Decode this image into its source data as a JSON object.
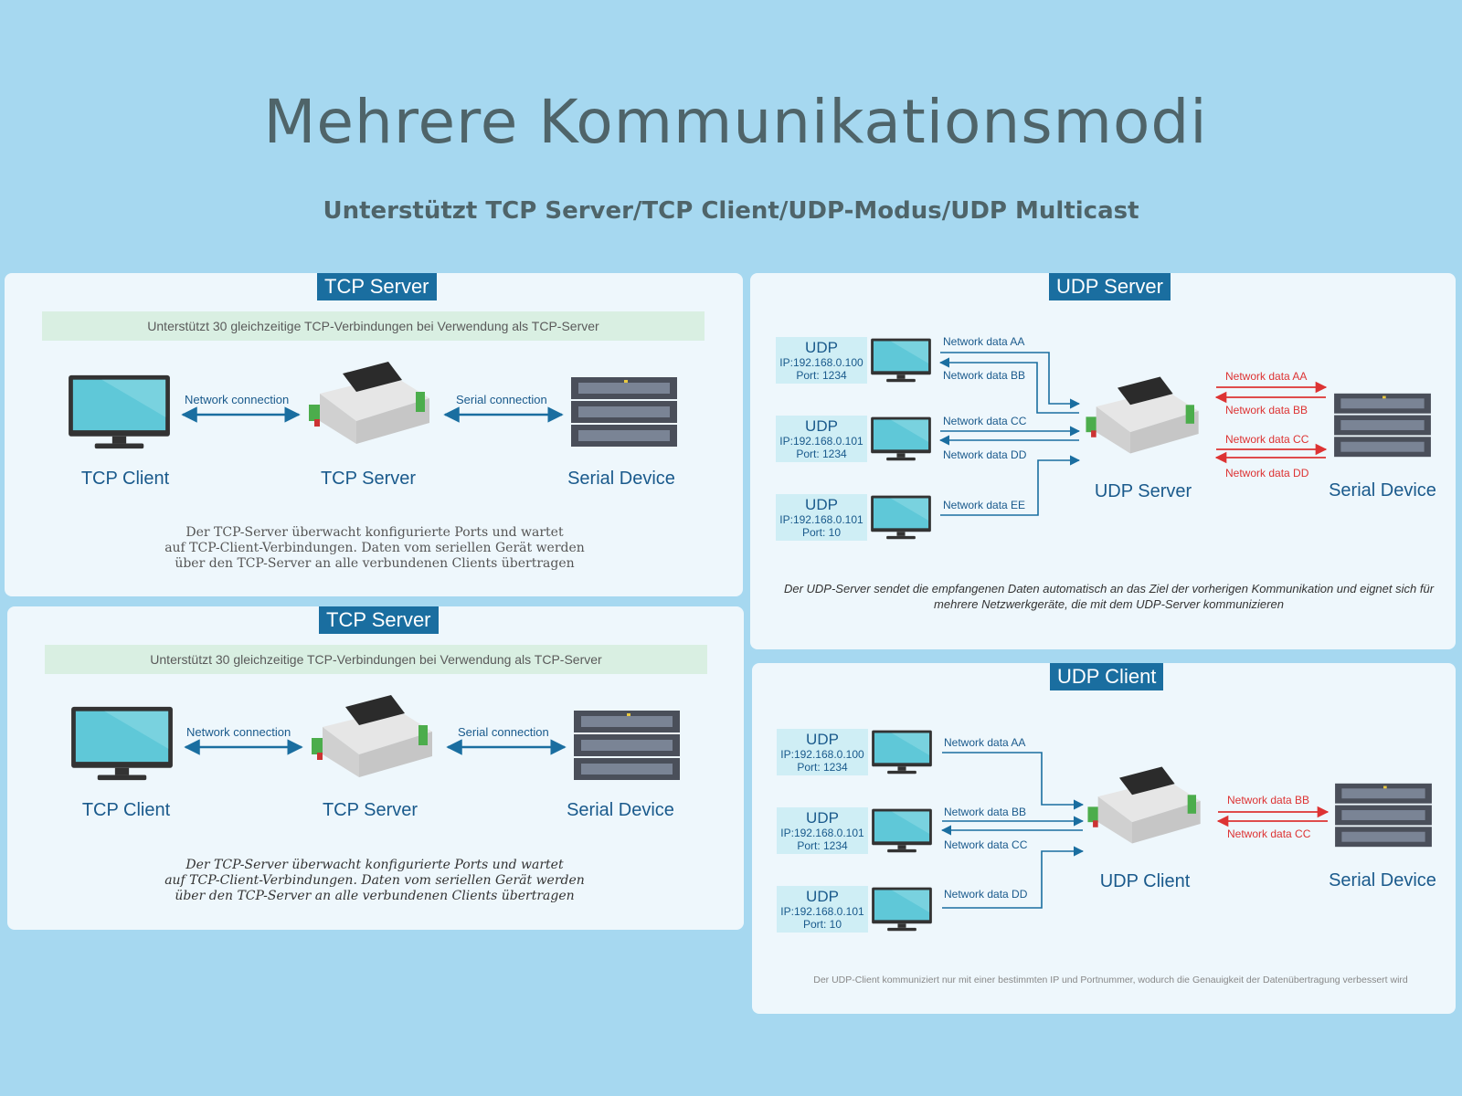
{
  "title": "Mehrere Kommunikationsmodi",
  "subtitle": "Unterstützt TCP Server/TCP Client/UDP-Modus/UDP Multicast",
  "panels": {
    "tcp1": {
      "title": "TCP Server",
      "banner": "Unterstützt 30 gleichzeitige TCP-Verbindungen bei Verwendung als TCP-Server",
      "left_label": "TCP Client",
      "mid_label": "TCP Server",
      "right_label": "Serial Device",
      "conn1": "Network connection",
      "conn2": "Serial connection",
      "desc1": "Der TCP-Server überwacht konfigurierte Ports und wartet",
      "desc2": "auf TCP-Client-Verbindungen. Daten vom seriellen Gerät werden",
      "desc3": "über den TCP-Server an alle verbundenen Clients übertragen"
    },
    "tcp2": {
      "title": "TCP Server",
      "banner": "Unterstützt 30 gleichzeitige TCP-Verbindungen bei Verwendung als TCP-Server",
      "left_label": "TCP Client",
      "mid_label": "TCP Server",
      "right_label": "Serial Device",
      "conn1": "Network connection",
      "conn2": "Serial connection",
      "desc1": "Der TCP-Server überwacht konfigurierte Ports und wartet",
      "desc2": "auf TCP-Client-Verbindungen. Daten vom seriellen Gerät werden",
      "desc3": "über den TCP-Server an alle verbundenen Clients übertragen"
    },
    "udpserver": {
      "title": "UDP Server",
      "hosts": [
        {
          "proto": "UDP",
          "ip": "IP:192.168.0.100",
          "port": "Port: 1234"
        },
        {
          "proto": "UDP",
          "ip": "IP:192.168.0.101",
          "port": "Port: 1234"
        },
        {
          "proto": "UDP",
          "ip": "IP:192.168.0.101",
          "port": "Port: 10"
        }
      ],
      "net_labels": [
        "Network data AA",
        "Network data BB",
        "Network data CC",
        "Network data DD",
        "Network data EE"
      ],
      "serial_labels": [
        "Network data AA",
        "Network data BB",
        "Network data CC",
        "Network data DD"
      ],
      "mid_label": "UDP Server",
      "right_label": "Serial Device",
      "desc1": "Der UDP-Server sendet die empfangenen Daten automatisch an das Ziel der vorherigen Kommunikation und eignet sich für",
      "desc2": "mehrere Netzwerkgeräte, die mit dem UDP-Server kommunizieren"
    },
    "udpclient": {
      "title": "UDP Client",
      "hosts": [
        {
          "proto": "UDP",
          "ip": "IP:192.168.0.100",
          "port": "Port: 1234"
        },
        {
          "proto": "UDP",
          "ip": "IP:192.168.0.101",
          "port": "Port: 1234"
        },
        {
          "proto": "UDP",
          "ip": "IP:192.168.0.101",
          "port": "Port: 10"
        }
      ],
      "net_labels": [
        "Network data AA",
        "Network data BB",
        "Network data CC",
        "Network data DD"
      ],
      "serial_labels": [
        "Network data BB",
        "Network data CC"
      ],
      "mid_label": "UDP Client",
      "right_label": "Serial Device",
      "desc": "Der UDP-Client kommuniziert nur mit einer bestimmten IP und Portnummer, wodurch die Genauigkeit der Datenübertragung verbessert wird"
    }
  },
  "colors": {
    "background": "#a6d8f0",
    "title_badge": "#1a6ea0",
    "net_arrow": "#1a6ea0",
    "serial_arrow": "#d33"
  }
}
